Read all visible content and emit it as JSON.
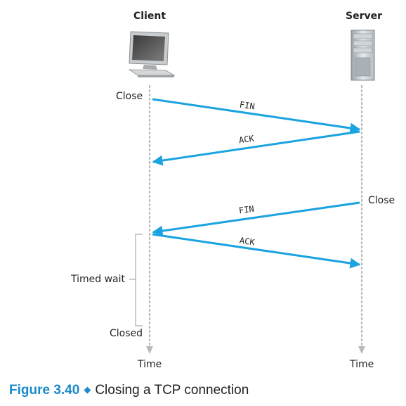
{
  "client_label": "Client",
  "server_label": "Server",
  "client_icon": "desktop-computer-icon",
  "server_icon": "server-tower-icon",
  "client_close": "Close",
  "server_close": "Close",
  "messages": [
    "FIN",
    "ACK",
    "FIN",
    "ACK"
  ],
  "timed_wait": "Timed wait",
  "closed": "Closed",
  "client_time": "Time",
  "server_time": "Time",
  "caption": {
    "figure": "Figure 3.40",
    "text": "Closing a TCP connection"
  },
  "colors": {
    "arrow": "#1aa3e0",
    "timeline": "#b9b9b9",
    "caption_accent": "#1b8ac9"
  }
}
